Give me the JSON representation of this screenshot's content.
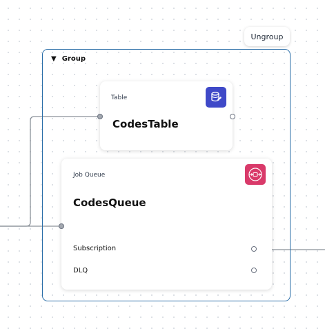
{
  "toolbar": {
    "ungroup_label": "Ungroup"
  },
  "group": {
    "label": "Group"
  },
  "table_node": {
    "type_label": "Table",
    "name": "CodesTable",
    "icon": "database-icon"
  },
  "queue_node": {
    "type_label": "Job Queue",
    "name": "CodesQueue",
    "icon": "message-queue-icon",
    "outputs": [
      {
        "label": "Subscription",
        "connected": true
      },
      {
        "label": "DLQ",
        "connected": false
      }
    ]
  },
  "colors": {
    "group_border": "#2b6ea8",
    "table_icon_bg": "#3f49c8",
    "queue_icon_bg": "#d93a6a",
    "wire": "#8a9199"
  }
}
